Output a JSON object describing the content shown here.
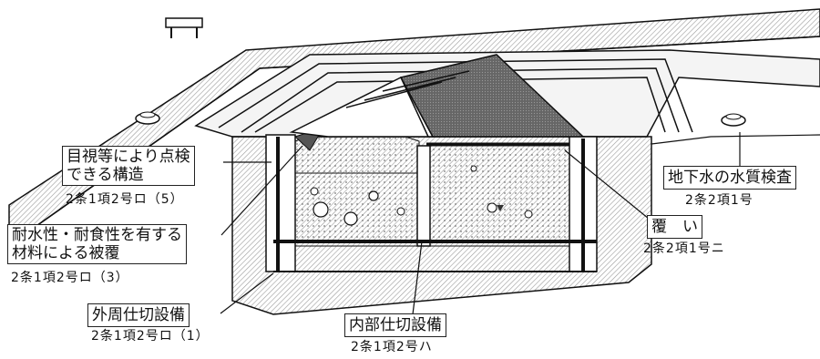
{
  "labels": {
    "visual_inspection": {
      "line1": "目視等により点検",
      "line2": "できる構造",
      "clause": "2条1項2号ロ（5）"
    },
    "coating": {
      "line1": "耐水性・耐食性を有する",
      "line2": "材料による被覆",
      "clause": "2条1項2号ロ（3）"
    },
    "outer_partition": {
      "title": "外周仕切設備",
      "clause": "2条1項2号ロ（1）"
    },
    "inner_partition": {
      "title": "内部仕切設備",
      "clause": "2条1項2号ハ"
    },
    "groundwater_inspection": {
      "title": "地下水の水質検査",
      "clause": "2条2項1号"
    },
    "cover": {
      "title": "覆　い",
      "clause": "2条2項1号ニ"
    }
  },
  "colors": {
    "ink": "#111111",
    "hatch": "#9a9a9a",
    "dark_fill": "#555555",
    "light_fill": "#e6e6e6"
  }
}
